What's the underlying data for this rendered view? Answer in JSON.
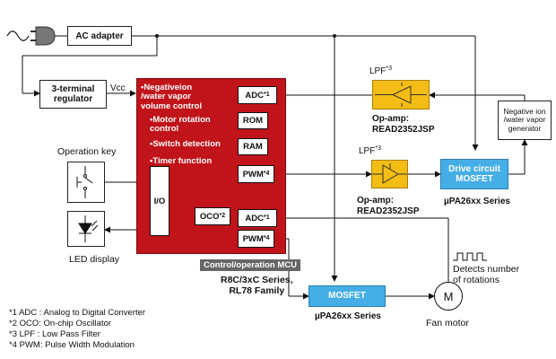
{
  "blocks": {
    "ac_adapter": "AC adapter",
    "regulator": "3-terminal\nregulator",
    "vcc": "Vcc",
    "operation_key": "Operation key",
    "led_display": "LED display",
    "ion_generator": "Negative ion\n/water vapor\ngenerator",
    "fan_motor": "Fan motor",
    "motor_symbol": "M",
    "detects_rotations": "Detects number\nof rotations"
  },
  "mcu": {
    "features": [
      "•Negativeion\n/water vapor\nvolume control",
      "•Motor rotation\ncontrol",
      "•Switch detection",
      "•Timer function"
    ],
    "io": "I/O",
    "oco": "OCO",
    "oco_note": "*2",
    "adc": "ADC",
    "adc_note": "*1",
    "rom": "ROM",
    "ram": "RAM",
    "pwm": "PWM",
    "pwm_note": "*4",
    "tag": "Control/operation MCU",
    "series": "R8C/3xC Series,\nRL78 Family"
  },
  "lpf": {
    "label": "LPF",
    "note": "*3",
    "opamp": "Op-amp:\nREAD2352JSP"
  },
  "drive_circuit": "Drive circuit\nMOSFET",
  "mosfet": "MOSFET",
  "mosfet_series": "µPA26xx Series",
  "notes": [
    "*1 ADC : Analog to Digital Converter",
    "*2 OCO: On-chip Oscillator",
    "*3 LPF : Low Pass Filter",
    "*4 PWM: Pulse Width Modulation"
  ],
  "colors": {
    "mcu": "#c0141a",
    "mosfet": "#45aee6",
    "lpf": "#f3bd16",
    "tag": "#666666"
  }
}
